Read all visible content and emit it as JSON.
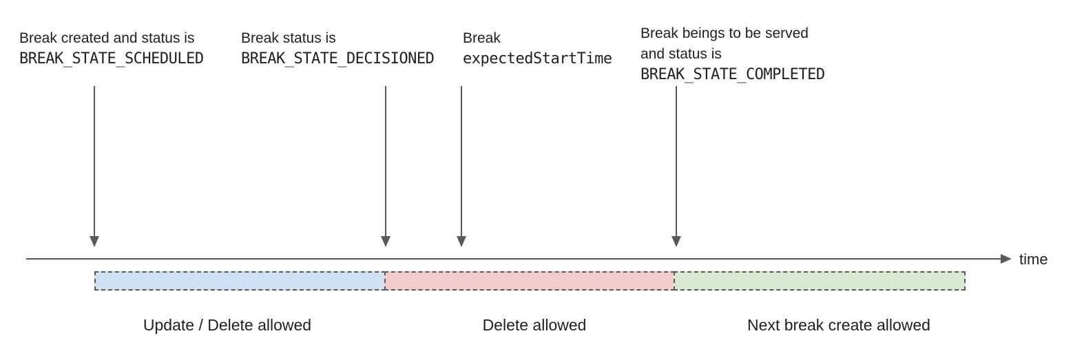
{
  "annotations": [
    {
      "line1": "Break created and status is",
      "line2": "BREAK_STATE_SCHEDULED"
    },
    {
      "line1": "Break status is",
      "line2": "BREAK_STATE_DECISIONED"
    },
    {
      "line1": "Break",
      "line2": "expectedStartTime"
    },
    {
      "line1": "Break beings to be served",
      "line2": "and status is",
      "line3": "BREAK_STATE_COMPLETED"
    }
  ],
  "timeline": {
    "label": "time"
  },
  "segments": [
    {
      "label": "Update / Delete allowed",
      "fill": "#cfe2f3"
    },
    {
      "label": "Delete allowed",
      "fill": "#f4cccc"
    },
    {
      "label": "Next break create allowed",
      "fill": "#d9ead3"
    }
  ],
  "colors": {
    "axis": "#58595b",
    "dash_border": "#595959",
    "text": "#1f1f1f"
  }
}
